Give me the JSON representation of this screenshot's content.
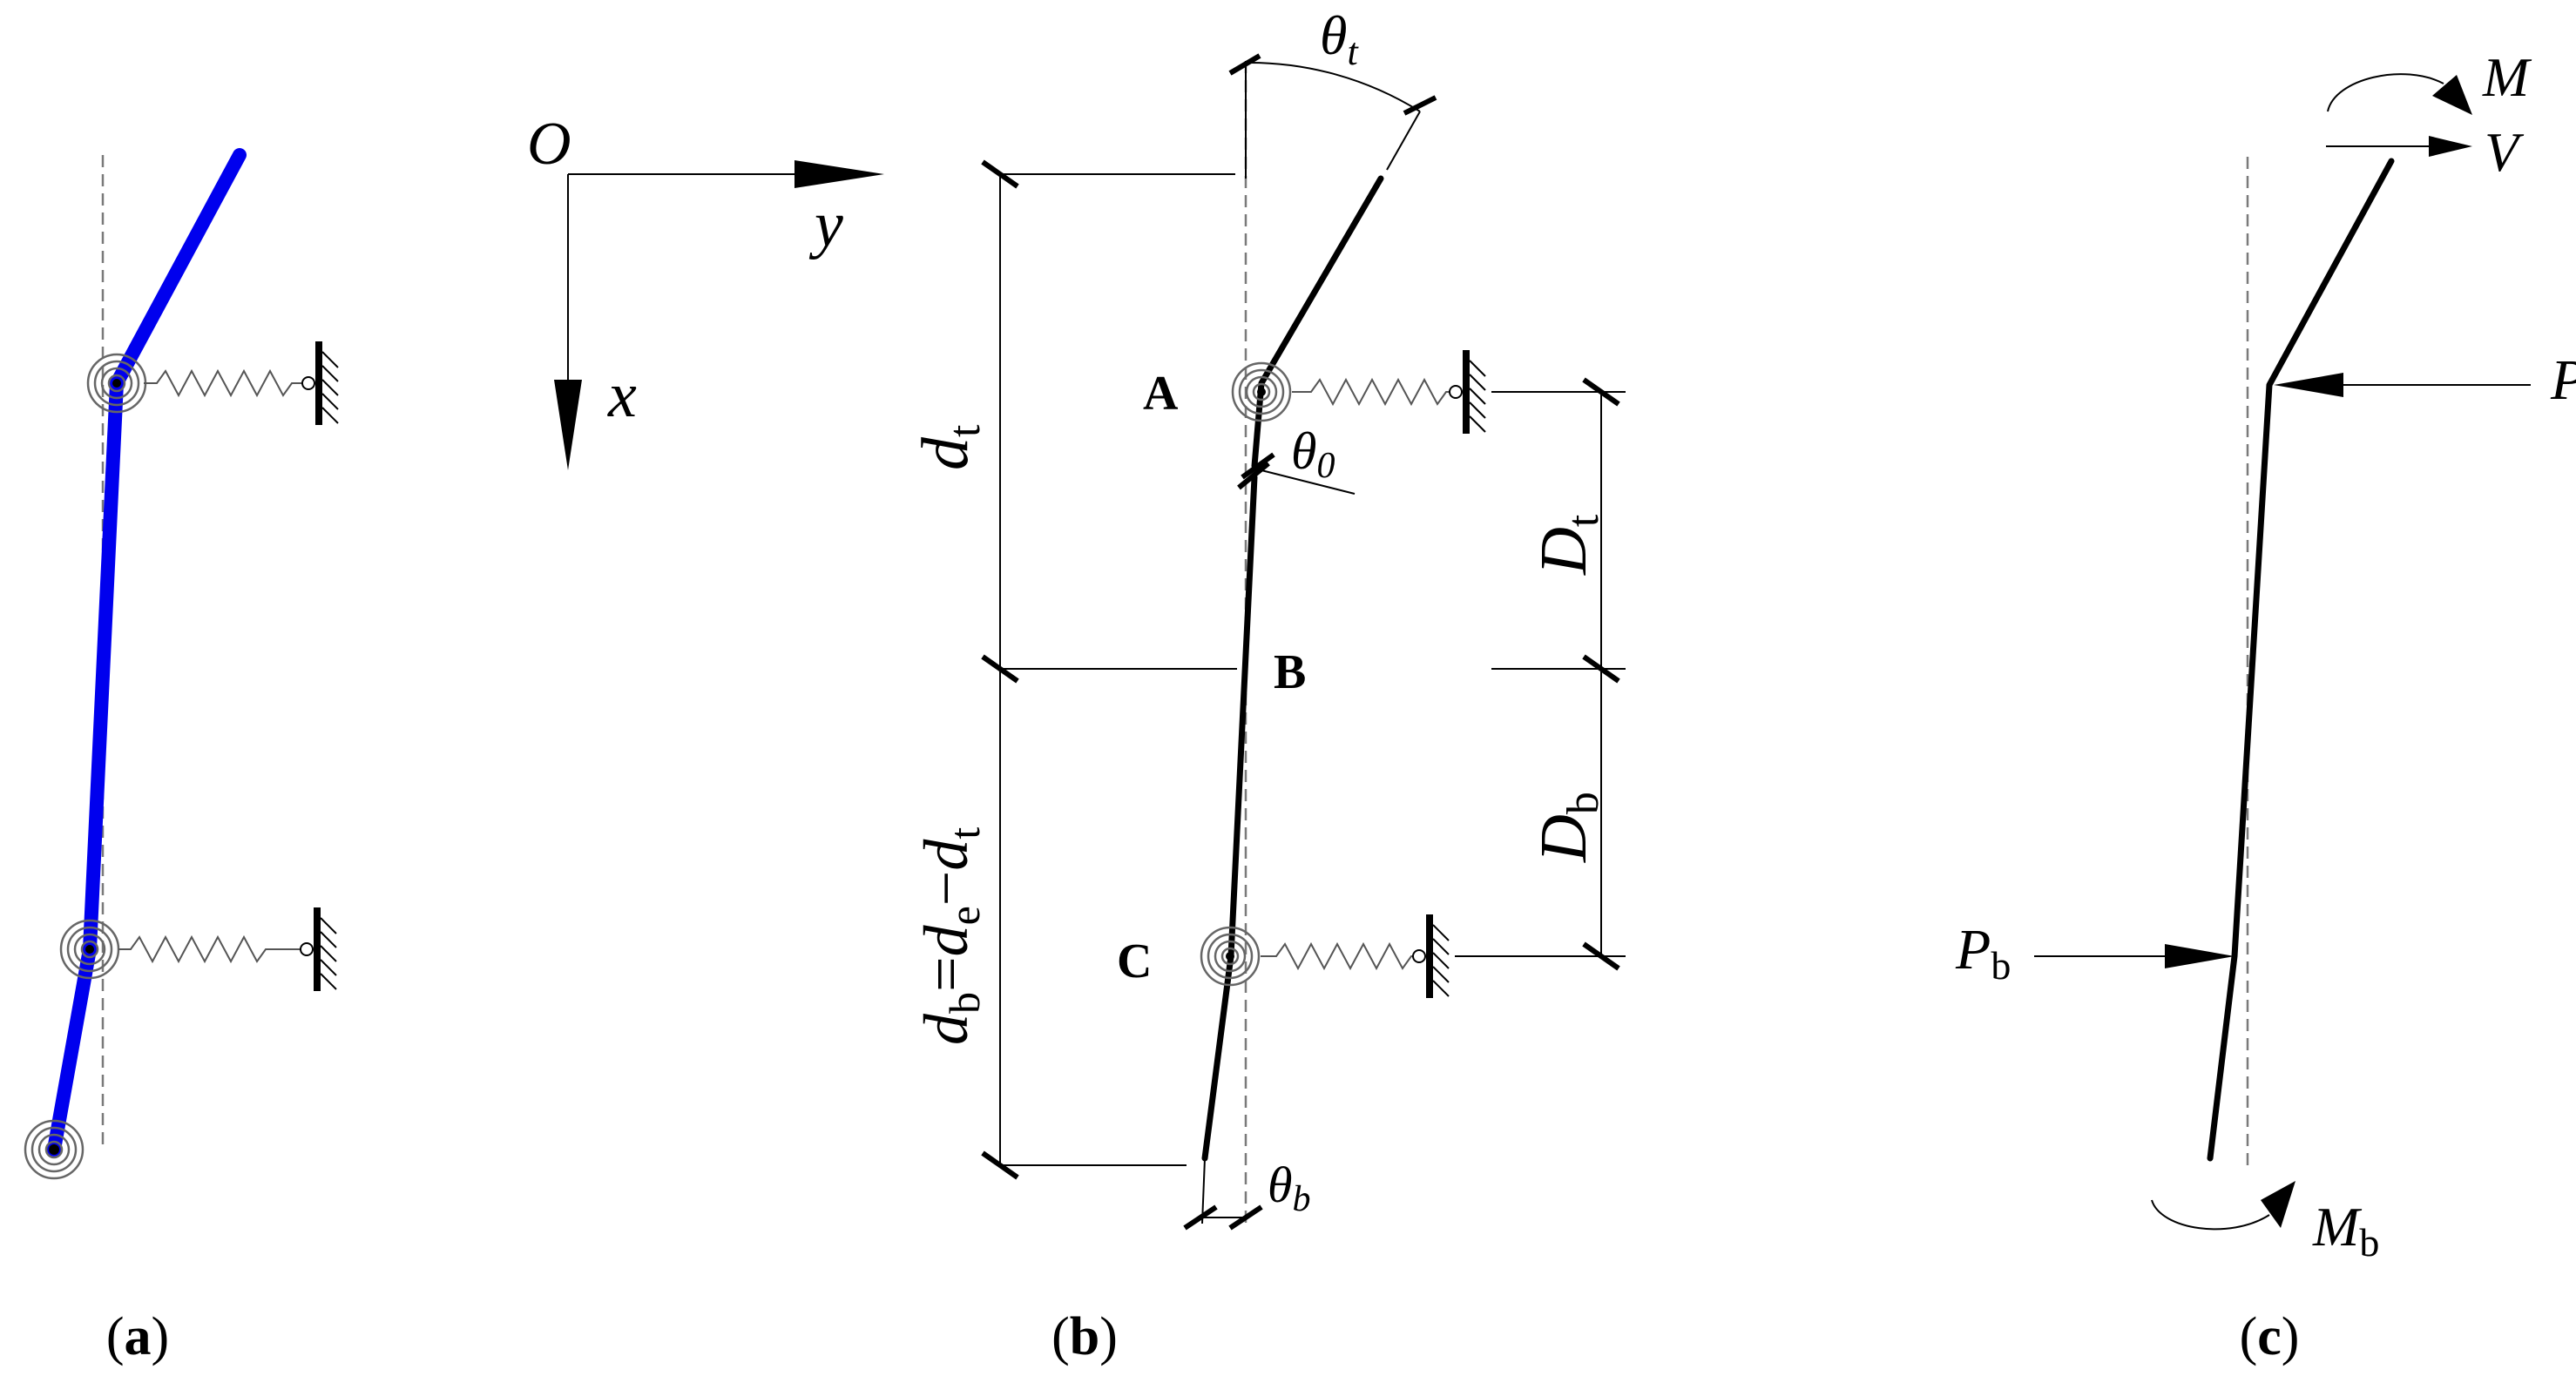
{
  "panels": {
    "a": {
      "label_open": "(",
      "label_letter": "a",
      "label_close": ")"
    },
    "b": {
      "label_open": "(",
      "label_letter": "b",
      "label_close": ")"
    },
    "c": {
      "label_open": "(",
      "label_letter": "c",
      "label_close": ")"
    }
  },
  "axes": {
    "origin": "O",
    "x": "x",
    "y": "y"
  },
  "points": {
    "A": "A",
    "B": "B",
    "C": "C"
  },
  "dims": {
    "dt": {
      "main": "d",
      "sub": "t"
    },
    "db": {
      "d1": "d",
      "s1": "b",
      "eq": "=",
      "d2": "d",
      "s2": "e",
      "minus": "−",
      "d3": "d",
      "s3": "t"
    },
    "Dt": {
      "main": "D",
      "sub": "t"
    },
    "Db": {
      "main": "D",
      "sub": "b"
    }
  },
  "angles": {
    "theta_t": {
      "main": "θ",
      "sub": "t"
    },
    "theta_0": {
      "main": "θ",
      "sub": "0"
    },
    "theta_b": {
      "main": "θ",
      "sub": "b"
    }
  },
  "forces": {
    "M": "M",
    "V": "V",
    "Pt": {
      "main": "P",
      "sub": "t"
    },
    "Pb": {
      "main": "P",
      "sub": "b"
    },
    "Mb": {
      "main": "M",
      "sub": "b"
    }
  },
  "colors": {
    "pile_deformed_a": "#0000ee",
    "line": "#000000",
    "centerline": "#7a7a7a"
  }
}
